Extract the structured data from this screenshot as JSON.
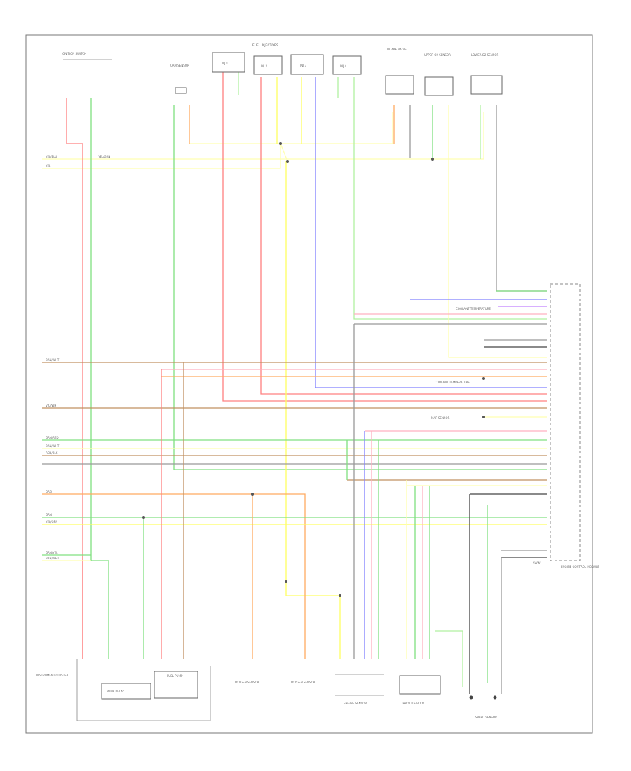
{
  "diagram": {
    "top_title": "FUEL INJECTORS",
    "ecm_label": "ENGINE CONTROL MODULE",
    "legend_code": "SWW",
    "components": {
      "ignition_switch": "IGNITION SWITCH",
      "cam_sensor": "CAM SENSOR",
      "injector_1": "INJ 1",
      "injector_2": "INJ 2",
      "injector_3": "INJ 3",
      "injector_4": "INJ 4",
      "intake_valve": "INTAKE VALVE",
      "upper_o2": "UPPER O2 SENSOR",
      "lower_o2": "LOWER O2 SENSOR",
      "instrument_cluster": "INSTRUMENT CLUSTER",
      "fuel_pump": "FUEL PUMP",
      "pump_relay": "PUMP RELAY",
      "oxygen_sensor_1": "OXYGEN SENSOR",
      "oxygen_sensor_2": "OXYGEN SENSOR",
      "engine_sensor": "ENGINE SENSOR",
      "throttle_body": "THROTTLE BODY",
      "speed_sensor": "SPEED SENSOR"
    },
    "wire_labels": {
      "left_yel_blu": "YEL/BLU",
      "left_yel": "YEL",
      "left_yel_grn": "YEL/GRN",
      "left_brn_wht": "BRN/WHT",
      "left_vio_wht": "VIO/WHT",
      "left_grn_red": "GRN/RED",
      "left_brn_wht_2": "BRN/WHT",
      "left_red_blk": "RED/BLK",
      "left_org": "ORG",
      "left_grn": "GRN",
      "left_yel_grn_2": "YEL/GRN",
      "left_grn_yel": "GRN/YEL",
      "left_brn_wht_3": "BRN/WHT"
    },
    "ecm_notes": {
      "note_1": "COOLANT TEMPERATURE",
      "note_2": "COOLANT TEMPERATURE",
      "note_3": "MAP SENSOR"
    }
  },
  "colors": {
    "red": "#ff8080",
    "green": "#80e080",
    "yellow": "#ffff60",
    "pale_yellow": "#ffffb0",
    "blue": "#8080ff",
    "violet": "#c080ff",
    "orange": "#ffaa60",
    "brown": "#c09060",
    "gray": "#999999",
    "dark": "#444444",
    "pink": "#ffb0c0",
    "light_green": "#b0f0a0"
  }
}
